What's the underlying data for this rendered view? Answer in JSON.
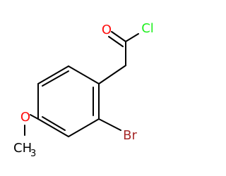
{
  "molecule": {
    "atoms": {
      "oxygen_carbonyl": {
        "symbol": "O",
        "color": "#ff0d0d"
      },
      "chlorine": {
        "symbol": "Cl",
        "color": "#1ff01f"
      },
      "bromine": {
        "symbol": "Br",
        "color": "#a62929"
      },
      "oxygen_methoxy": {
        "symbol": "O",
        "color": "#ff0d0d"
      },
      "methyl": {
        "symbol": "CH",
        "subscript": "3",
        "color": "#000000"
      }
    },
    "bond_color": "#000000"
  }
}
